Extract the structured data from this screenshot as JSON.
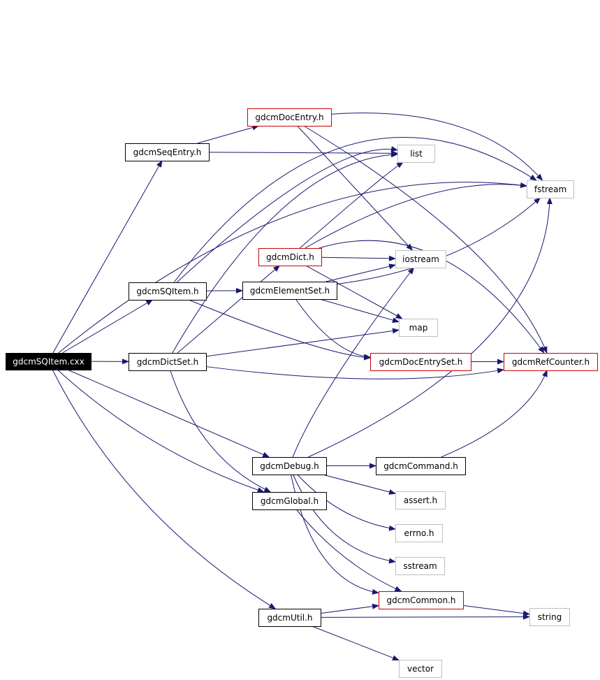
{
  "colors": {
    "edge": "#191970",
    "root_fill": "#000000",
    "root_text": "#ffffff",
    "border_header": "#000000",
    "border_incomplete": "#cc0000",
    "border_system": "#bfbfbf",
    "text": "#000000"
  },
  "nodes": [
    {
      "id": "gdcmSQItem_cxx",
      "label": "gdcmSQItem.cxx",
      "style": "root"
    },
    {
      "id": "gdcmSeqEntry_h",
      "label": "gdcmSeqEntry.h",
      "style": "header"
    },
    {
      "id": "gdcmDocEntry_h",
      "label": "gdcmDocEntry.h",
      "style": "incomplete"
    },
    {
      "id": "list",
      "label": "list",
      "style": "system"
    },
    {
      "id": "fstream",
      "label": "fstream",
      "style": "system"
    },
    {
      "id": "gdcmDict_h",
      "label": "gdcmDict.h",
      "style": "incomplete"
    },
    {
      "id": "iostream",
      "label": "iostream",
      "style": "system"
    },
    {
      "id": "gdcmSQItem_h",
      "label": "gdcmSQItem.h",
      "style": "header"
    },
    {
      "id": "gdcmElementSet_h",
      "label": "gdcmElementSet.h",
      "style": "header"
    },
    {
      "id": "map",
      "label": "map",
      "style": "system"
    },
    {
      "id": "gdcmDictSet_h",
      "label": "gdcmDictSet.h",
      "style": "header"
    },
    {
      "id": "gdcmDocEntrySet_h",
      "label": "gdcmDocEntrySet.h",
      "style": "incomplete"
    },
    {
      "id": "gdcmRefCounter_h",
      "label": "gdcmRefCounter.h",
      "style": "incomplete"
    },
    {
      "id": "gdcmDebug_h",
      "label": "gdcmDebug.h",
      "style": "header"
    },
    {
      "id": "gdcmCommand_h",
      "label": "gdcmCommand.h",
      "style": "header"
    },
    {
      "id": "gdcmGlobal_h",
      "label": "gdcmGlobal.h",
      "style": "header"
    },
    {
      "id": "assert_h",
      "label": "assert.h",
      "style": "system"
    },
    {
      "id": "errno_h",
      "label": "errno.h",
      "style": "system"
    },
    {
      "id": "sstream",
      "label": "sstream",
      "style": "system"
    },
    {
      "id": "gdcmUtil_h",
      "label": "gdcmUtil.h",
      "style": "header"
    },
    {
      "id": "gdcmCommon_h",
      "label": "gdcmCommon.h",
      "style": "incomplete"
    },
    {
      "id": "string",
      "label": "string",
      "style": "system"
    },
    {
      "id": "vector",
      "label": "vector",
      "style": "system"
    }
  ],
  "edges": [
    [
      "gdcmSQItem_cxx",
      "gdcmSeqEntry_h"
    ],
    [
      "gdcmSQItem_cxx",
      "gdcmSQItem_h"
    ],
    [
      "gdcmSQItem_cxx",
      "gdcmDictSet_h"
    ],
    [
      "gdcmSQItem_cxx",
      "gdcmDebug_h"
    ],
    [
      "gdcmSQItem_cxx",
      "gdcmGlobal_h"
    ],
    [
      "gdcmSQItem_cxx",
      "gdcmUtil_h"
    ],
    [
      "gdcmSQItem_cxx",
      "fstream"
    ],
    [
      "gdcmSeqEntry_h",
      "gdcmDocEntry_h"
    ],
    [
      "gdcmSeqEntry_h",
      "list"
    ],
    [
      "gdcmDocEntry_h",
      "fstream"
    ],
    [
      "gdcmDocEntry_h",
      "iostream"
    ],
    [
      "gdcmDocEntry_h",
      "gdcmRefCounter_h"
    ],
    [
      "gdcmSQItem_h",
      "list"
    ],
    [
      "gdcmSQItem_h",
      "fstream"
    ],
    [
      "gdcmSQItem_h",
      "gdcmElementSet_h"
    ],
    [
      "gdcmSQItem_h",
      "gdcmDocEntrySet_h"
    ],
    [
      "gdcmElementSet_h",
      "iostream"
    ],
    [
      "gdcmElementSet_h",
      "map"
    ],
    [
      "gdcmElementSet_h",
      "fstream"
    ],
    [
      "gdcmElementSet_h",
      "gdcmDocEntrySet_h"
    ],
    [
      "gdcmDict_h",
      "list"
    ],
    [
      "gdcmDict_h",
      "fstream"
    ],
    [
      "gdcmDict_h",
      "iostream"
    ],
    [
      "gdcmDict_h",
      "map"
    ],
    [
      "gdcmDict_h",
      "gdcmRefCounter_h"
    ],
    [
      "gdcmDictSet_h",
      "gdcmDict_h"
    ],
    [
      "gdcmDictSet_h",
      "list"
    ],
    [
      "gdcmDictSet_h",
      "map"
    ],
    [
      "gdcmDictSet_h",
      "gdcmRefCounter_h"
    ],
    [
      "gdcmDictSet_h",
      "gdcmGlobal_h"
    ],
    [
      "gdcmDocEntrySet_h",
      "gdcmRefCounter_h"
    ],
    [
      "gdcmDebug_h",
      "gdcmCommand_h"
    ],
    [
      "gdcmDebug_h",
      "iostream"
    ],
    [
      "gdcmDebug_h",
      "fstream"
    ],
    [
      "gdcmDebug_h",
      "assert_h"
    ],
    [
      "gdcmDebug_h",
      "errno_h"
    ],
    [
      "gdcmDebug_h",
      "sstream"
    ],
    [
      "gdcmDebug_h",
      "gdcmCommon_h"
    ],
    [
      "gdcmCommand_h",
      "gdcmRefCounter_h"
    ],
    [
      "gdcmGlobal_h",
      "gdcmCommon_h"
    ],
    [
      "gdcmUtil_h",
      "gdcmCommon_h"
    ],
    [
      "gdcmUtil_h",
      "string"
    ],
    [
      "gdcmUtil_h",
      "vector"
    ],
    [
      "gdcmCommon_h",
      "string"
    ]
  ]
}
